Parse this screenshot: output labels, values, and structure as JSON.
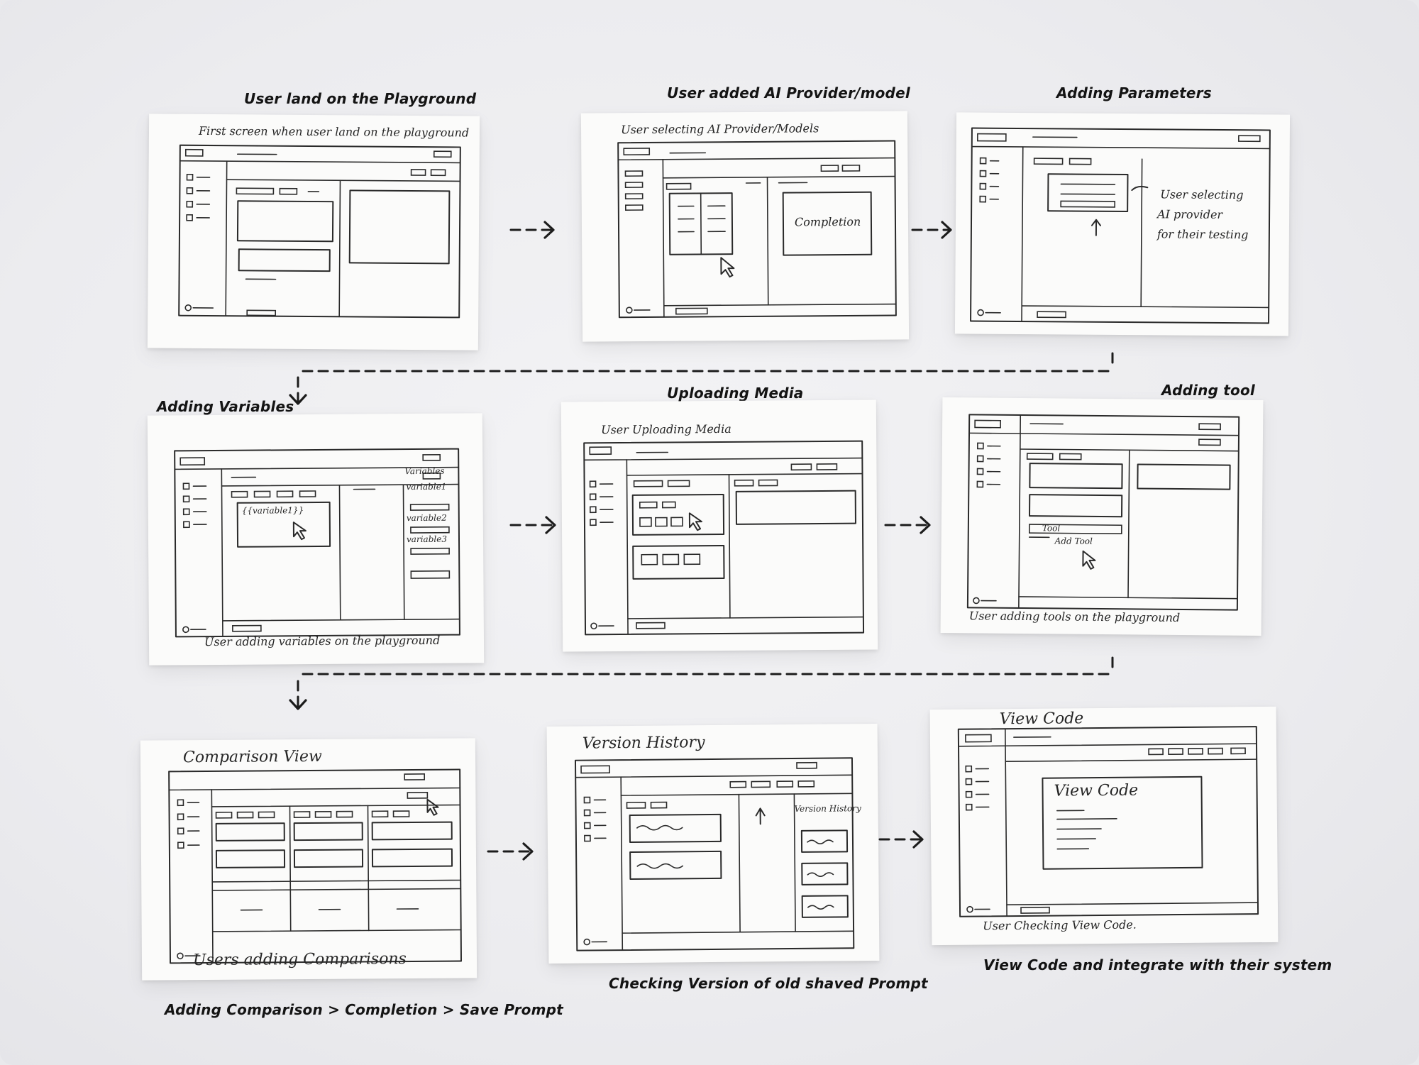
{
  "steps": [
    {
      "caption": "User land on the Playground",
      "note": "First screen when user land on the playground"
    },
    {
      "caption": "User added AI Provider/model",
      "note": "User selecting AI Provider/Models",
      "inner": "Completion"
    },
    {
      "caption": "Adding Parameters",
      "note_lines": [
        "User selecting",
        "AI provider",
        "for their testing"
      ]
    },
    {
      "caption": "Adding Variables",
      "note": "User adding variables on the playground",
      "inner": "{{variable1}}",
      "side": [
        "Variables",
        "variable1",
        "variable2",
        "variable3"
      ]
    },
    {
      "caption": "Uploading Media",
      "note": "User Uploading Media"
    },
    {
      "caption": "Adding tool",
      "note": "User adding tools on the playground",
      "inner": [
        "Tool",
        "Add Tool"
      ]
    },
    {
      "caption": "Adding Comparison > Completion > Save Prompt",
      "title": "Comparison View",
      "note": "Users adding Comparisons"
    },
    {
      "caption": "Checking Version of old shaved Prompt",
      "title": "Version History",
      "side": "Version History"
    },
    {
      "caption": "View Code and integrate with their system",
      "title": "View Code",
      "note": "User Checking View Code.",
      "inner": "View Code"
    }
  ],
  "theme": {
    "background": "#ececef",
    "paper": "#fbfbfa",
    "ink": "#2a2a2a"
  }
}
